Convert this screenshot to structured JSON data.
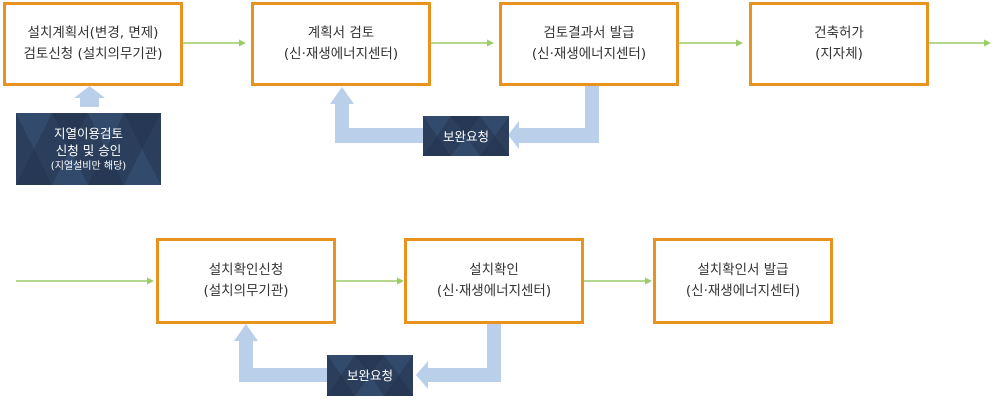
{
  "row1": {
    "box1": {
      "line1": "설치계획서(변경, 면제)",
      "line2": "검토신청 (설치의무기관)"
    },
    "box2": {
      "line1": "계획서 검토",
      "line2": "(신·재생에너지센터)"
    },
    "box3": {
      "line1": "검토결과서 발급",
      "line2": "(신·재생에너지센터)"
    },
    "box4": {
      "line1": "건축허가",
      "line2": "(지자체)"
    },
    "prereq": {
      "line1": "지열이용검토",
      "line2": "신청 및 승인",
      "line3": "(지열설비만 해당)"
    },
    "feedback": "보완요청"
  },
  "row2": {
    "box1": {
      "line1": "설치확인신청",
      "line2": "(설치의무기관)"
    },
    "box2": {
      "line1": "설치확인",
      "line2": "(신·재생에너지센터)"
    },
    "box3": {
      "line1": "설치확인서 발급",
      "line2": "(신·재생에너지센터)"
    },
    "feedback": "보완요청"
  },
  "colors": {
    "box_border": "#e7931d",
    "flow_arrow": "#9ccc65",
    "feedback_arrow": "#b9cfea",
    "label_bg": "#2b3f5c"
  }
}
